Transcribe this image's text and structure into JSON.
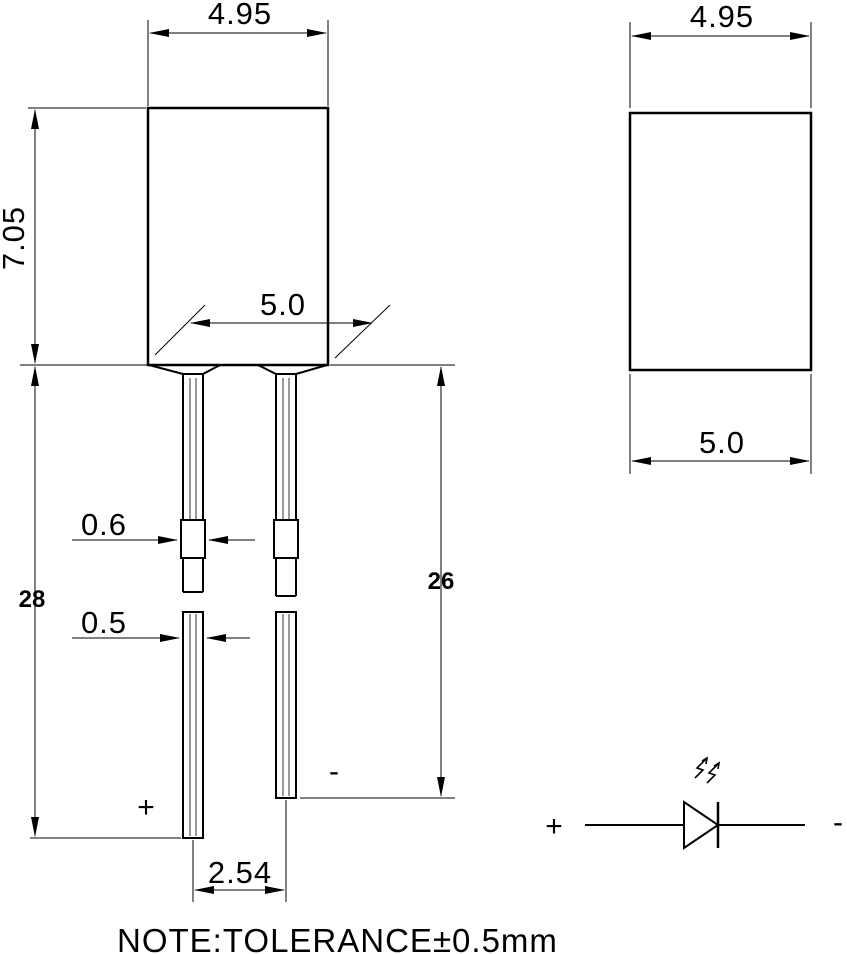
{
  "dimensions": {
    "body_width_top": "4.95",
    "body_height": "7.05",
    "base_width": "5.0",
    "lead_length": "28",
    "lead_short": "26",
    "stopper_width": "0.6",
    "lead_width": "0.5",
    "pitch": "2.54",
    "side_width_top": "4.95",
    "side_width_bottom": "5.0"
  },
  "polarity": {
    "plus": "+",
    "minus": "-"
  },
  "note": "NOTE:TOLERANCE±0.5mm",
  "colors": {
    "line": "#000000",
    "background": "#ffffff"
  }
}
